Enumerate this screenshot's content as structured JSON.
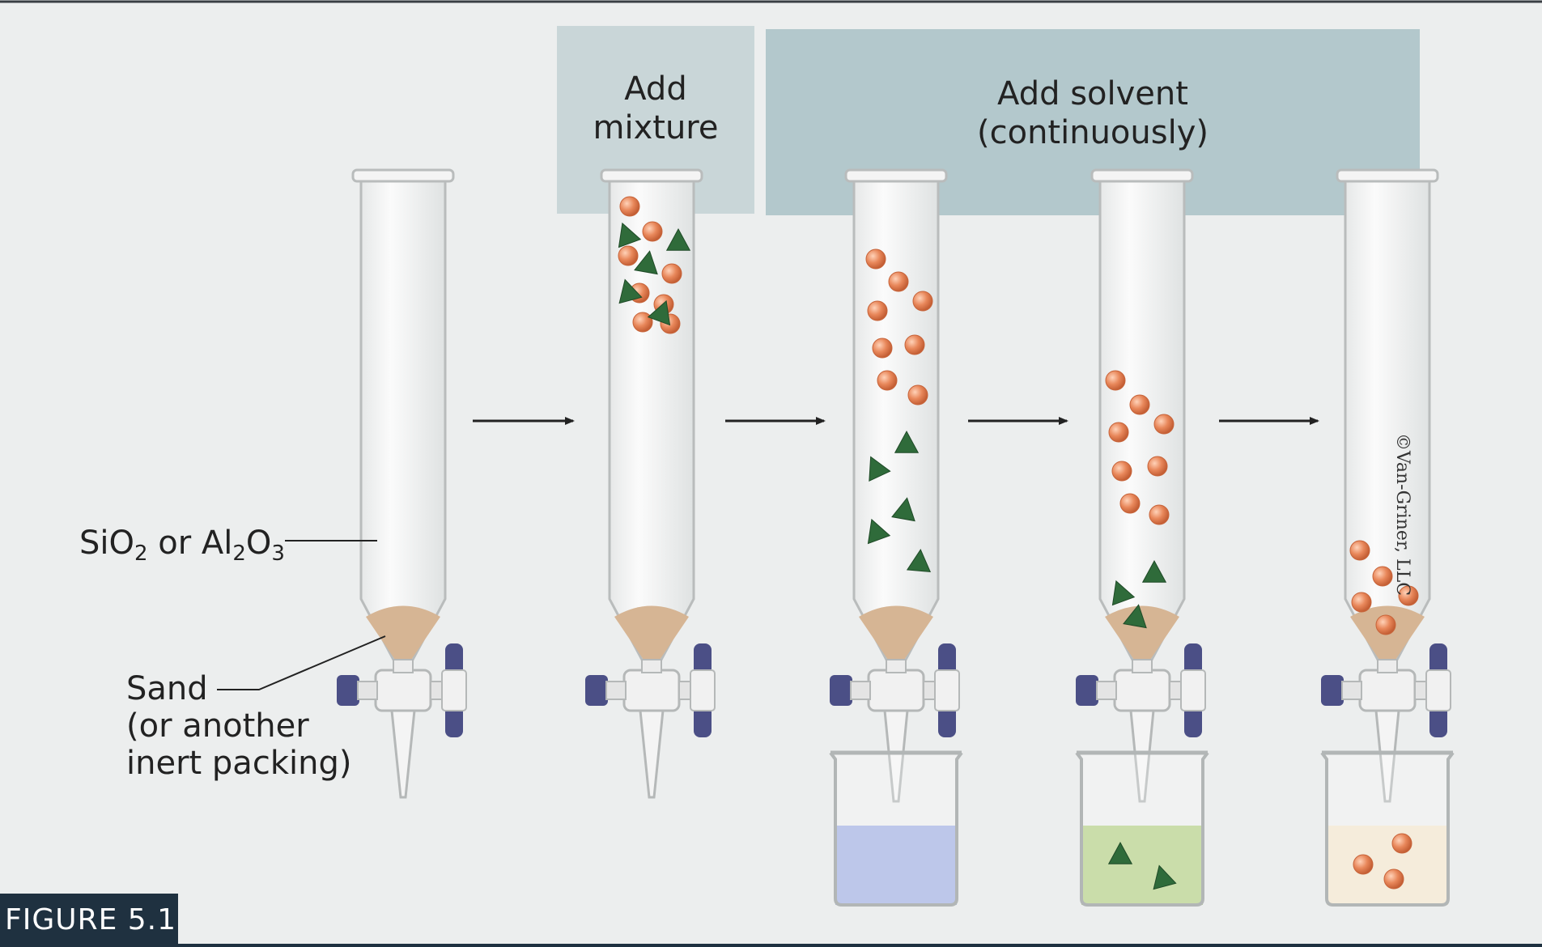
{
  "headers": {
    "add_mixture": [
      "Add",
      "mixture"
    ],
    "add_solvent": [
      "Add solvent",
      "(continuously)"
    ]
  },
  "labels": {
    "stationary_phase": {
      "main": [
        "SiO",
        " or Al",
        "O"
      ],
      "subs": [
        "2",
        "2",
        "3"
      ]
    },
    "sand": [
      "Sand",
      "(or another",
      "inert packing)"
    ]
  },
  "figure_tag": "FIGURE 5.1",
  "copyright": "©Van-Griner, LLC",
  "colors": {
    "background": "#eceeee",
    "header_box": "#b3c8cc",
    "sand": "#d6b594",
    "orange_sphere": "#e8875a",
    "green_triangle": "#2f6b3a",
    "stopcock": "#4b4f86",
    "blue_eluent": "#a7b4e3",
    "green_eluent": "#b9d28e",
    "cream_eluent": "#f2e6cf"
  },
  "columns": [
    {
      "stage": "packed column",
      "contents": "none",
      "beaker": false
    },
    {
      "stage": "mixture added",
      "contents": "mixed band at top",
      "beaker": true,
      "beaker_visible": false
    },
    {
      "stage": "separating",
      "contents": "orange band above green band",
      "beaker": true,
      "eluent": "blue"
    },
    {
      "stage": "green eluting",
      "contents": "green leaving, orange mid-column",
      "beaker": true,
      "eluent": "green"
    },
    {
      "stage": "orange eluting",
      "contents": "orange leaving",
      "beaker": true,
      "eluent": "cream"
    }
  ]
}
